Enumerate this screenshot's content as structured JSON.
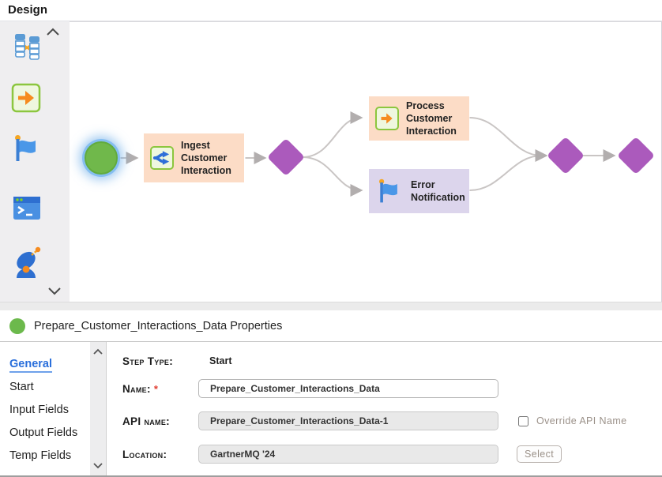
{
  "header": {
    "title": "Design"
  },
  "palette": {
    "icons": [
      {
        "name": "mapping-icon"
      },
      {
        "name": "process-step-icon"
      },
      {
        "name": "flag-icon"
      },
      {
        "name": "terminal-icon"
      },
      {
        "name": "satellite-icon"
      }
    ]
  },
  "canvas": {
    "nodes": {
      "start": "Start",
      "ingest": "Ingest Customer Interaction",
      "process": "Process Customer Interaction",
      "error": "Error Notification"
    }
  },
  "properties": {
    "title": "Prepare_Customer_Interactions_Data Properties",
    "nav": [
      {
        "label": "General",
        "active": true
      },
      {
        "label": "Start",
        "active": false
      },
      {
        "label": "Input Fields",
        "active": false
      },
      {
        "label": "Output Fields",
        "active": false
      },
      {
        "label": "Temp Fields",
        "active": false
      }
    ],
    "form": {
      "step_type_label": "Step Type:",
      "step_type_value": "Start",
      "name_label": "Name:",
      "required_marker": "*",
      "name_value": "Prepare_Customer_Interactions_Data",
      "api_name_label": "API name:",
      "api_name_value": "Prepare_Customer_Interactions_Data-1",
      "override_checkbox_label": "Override API Name",
      "override_checked": false,
      "location_label": "Location:",
      "location_value": "GartnerMQ '24",
      "select_button_label": "Select"
    }
  },
  "colors": {
    "accent_blue": "#2a6fdb",
    "start_green": "#6fb84b",
    "diamond_purple": "#ab5abc",
    "node_peach": "#fcdcc6",
    "node_lavender": "#dcd5ec",
    "icon_green_border": "#8cc63f",
    "icon_orange": "#f68b1f",
    "icon_blue": "#2f6fd8",
    "required_red": "#e03c31"
  }
}
